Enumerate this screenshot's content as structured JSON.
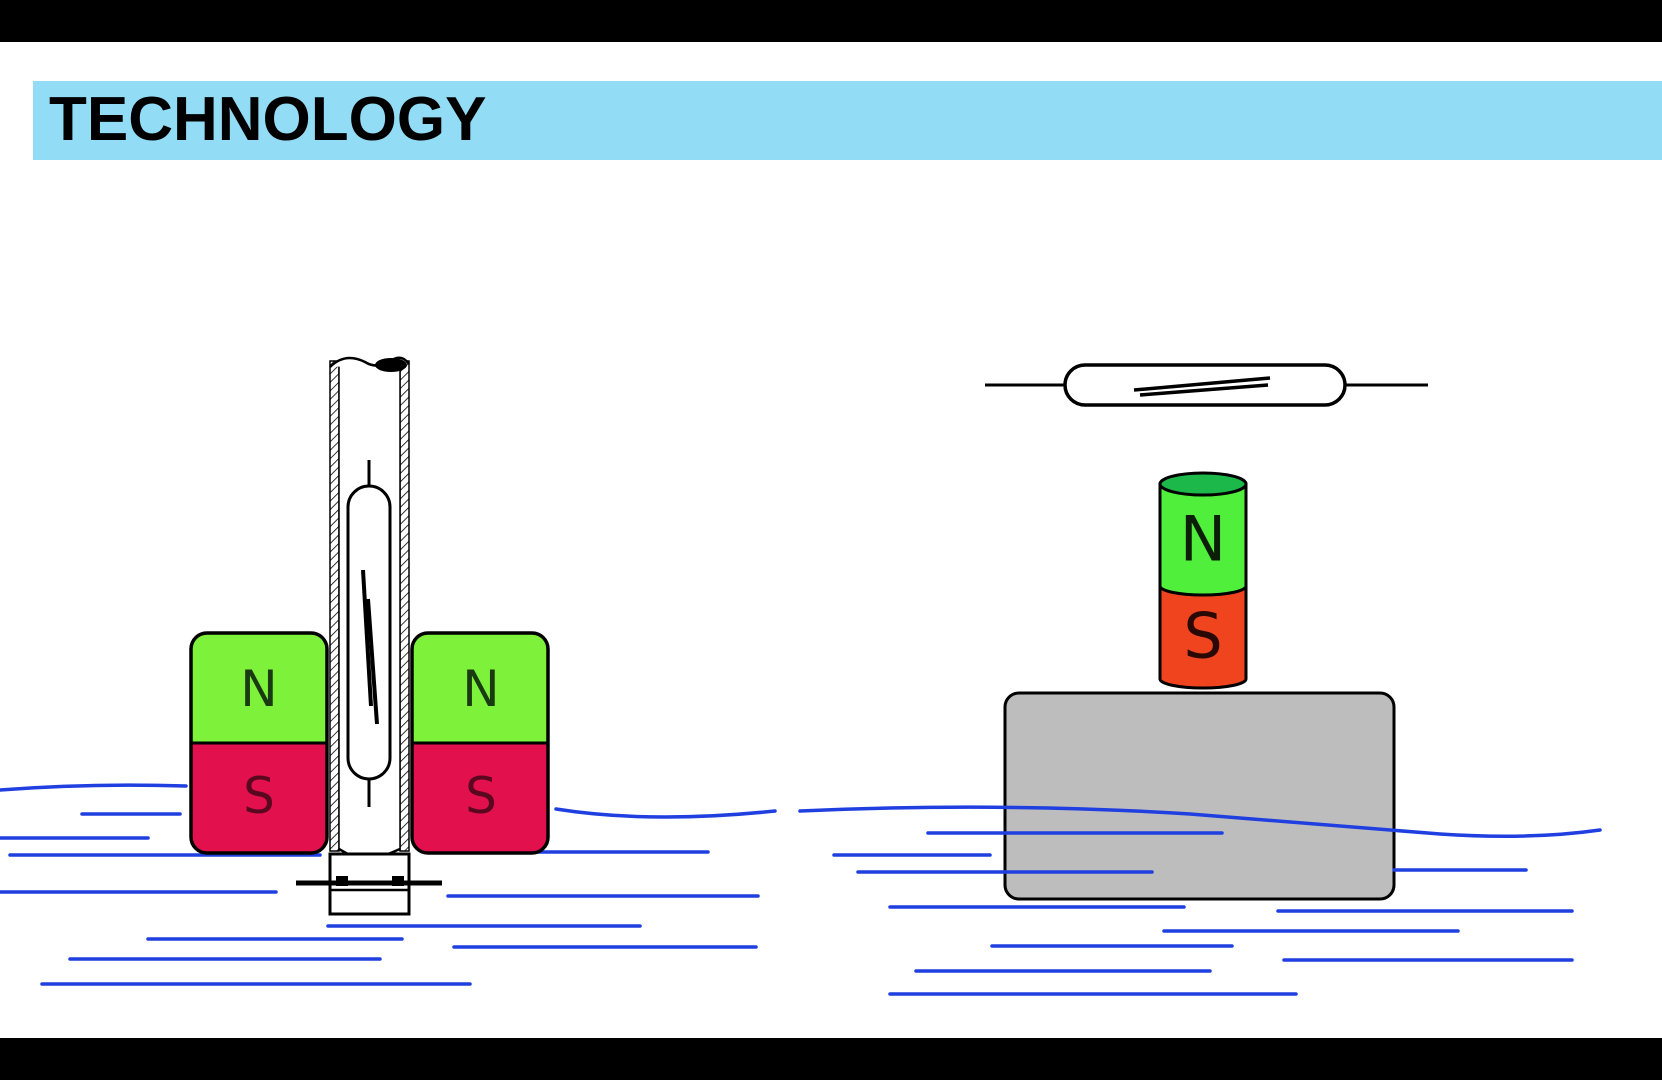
{
  "slide": {
    "title": "TECHNOLOGY"
  },
  "diagrams": {
    "left": {
      "magnet_left": {
        "north_label": "N",
        "south_label": "S"
      },
      "magnet_right": {
        "north_label": "N",
        "south_label": "S"
      }
    },
    "right": {
      "magnet": {
        "north_label": "N",
        "south_label": "S"
      }
    }
  },
  "colors": {
    "title_band": "#93dcf6",
    "north_pole_left": "#7ef13b",
    "south_pole_left": "#e2104d",
    "north_pole_right": "#4fef3c",
    "south_pole_right": "#f0441f",
    "magnet_cap": "#1db84a",
    "water": "#1f3fe0",
    "float_body": "#bdbdbd"
  }
}
